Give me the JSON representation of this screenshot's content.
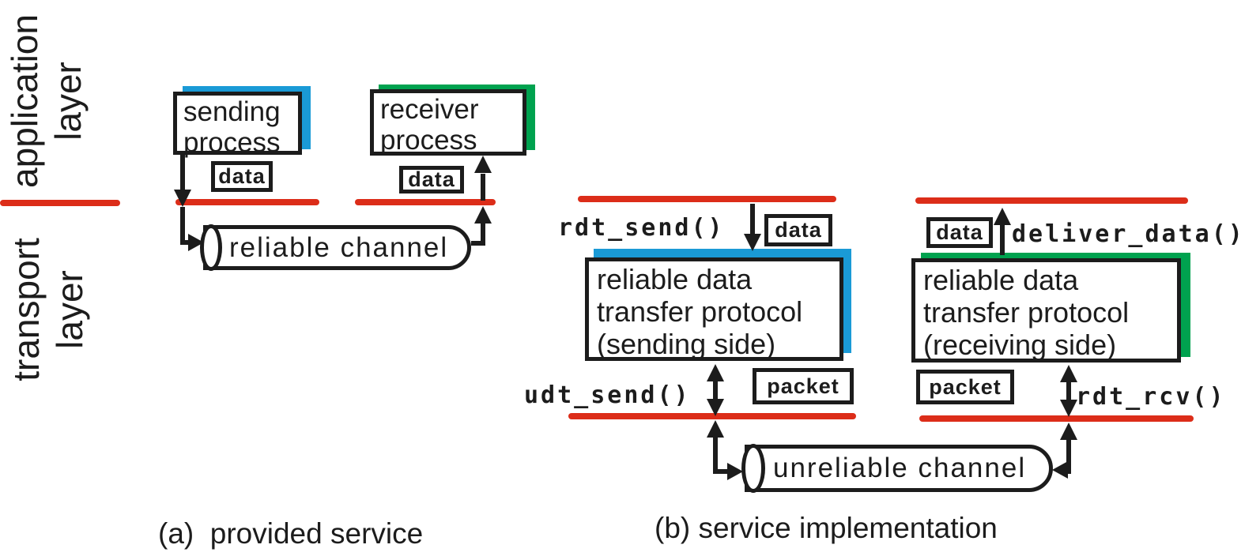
{
  "colors": {
    "red": "#DC2D19",
    "blue": "#1A9AD6",
    "green": "#00A24F",
    "ink": "#1C1C1C"
  },
  "layers": {
    "application": "application\nlayer",
    "transport": "transport\nlayer"
  },
  "panel_a": {
    "sending_process": "sending\nprocess",
    "receiver_process": "receiver\nprocess",
    "data_left": "data",
    "data_right": "data",
    "channel": "reliable channel",
    "caption": "(a)  provided service"
  },
  "panel_b": {
    "rdt_send": "rdt_send()",
    "data_left": "data",
    "sending_box": "reliable data\ntransfer protocol\n(sending side)",
    "udt_send": "udt_send()",
    "packet_left": "packet",
    "channel": "unreliable channel",
    "data_right": "data",
    "deliver_data": "deliver_data()",
    "receiving_box": "reliable data\ntransfer protocol\n(receiving side)",
    "packet_right": "packet",
    "rdt_rcv": "rdt_rcv()",
    "caption": "(b) service implementation"
  }
}
